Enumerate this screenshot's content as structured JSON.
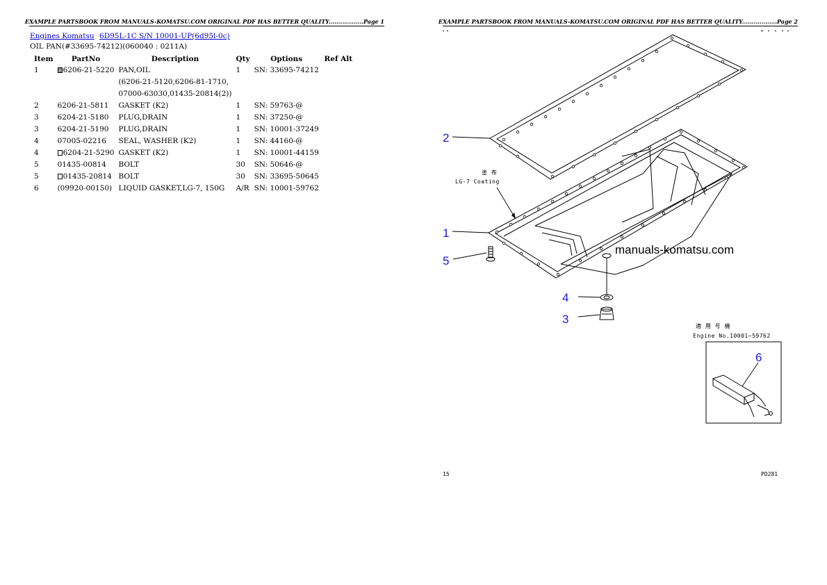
{
  "page1": {
    "header": "EXAMPLE PARTSBOOK FROM MANUALS-KOMATSU.COM ORIGINAL PDF HAS BETTER QUALITY..................Page 1",
    "breadcrumb": [
      "Engines Komatsu",
      "6D95L-1C S/N 10001-UP(6d95l-0c)"
    ],
    "subtitle": "OIL PAN(#33695-74212)(060040 : 0211A)",
    "columns": [
      "Item",
      "PartNo",
      "Description",
      "Qty",
      "Options",
      "Ref Alt"
    ],
    "rows": [
      {
        "item": "1",
        "part": "6206-21-5220",
        "mark": "filled",
        "desc": "PAN,OIL",
        "qty": "1",
        "opt": "SN: 33695-74212"
      },
      {
        "item": "",
        "part": "",
        "mark": "",
        "desc": "(6206-21-5120,6206-81-1710,",
        "qty": "",
        "opt": ""
      },
      {
        "item": "",
        "part": "",
        "mark": "",
        "desc": "07000-63030,01435-20814(2))",
        "qty": "",
        "opt": ""
      },
      {
        "item": "2",
        "part": "6206-21-5811",
        "mark": "",
        "desc": "GASKET (K2)",
        "qty": "1",
        "opt": "SN: 59763-@"
      },
      {
        "item": "3",
        "part": "6204-21-5180",
        "mark": "",
        "desc": "PLUG,DRAIN",
        "qty": "1",
        "opt": "SN: 37250-@"
      },
      {
        "item": "3",
        "part": "6204-21-5190",
        "mark": "",
        "desc": "PLUG,DRAIN",
        "qty": "1",
        "opt": "SN: 10001-37249"
      },
      {
        "item": "4",
        "part": "07005-02216",
        "mark": "",
        "desc": "SEAL, WASHER (K2)",
        "qty": "1",
        "opt": "SN: 44160-@"
      },
      {
        "item": "4",
        "part": "6204-21-5290",
        "mark": "empty",
        "desc": "GASKET (K2)",
        "qty": "1",
        "opt": "SN: 10001-44159"
      },
      {
        "item": "5",
        "part": "01435-00814",
        "mark": "",
        "desc": "BOLT",
        "qty": "30",
        "opt": "SN: 50646-@"
      },
      {
        "item": "5",
        "part": "01435-20814",
        "mark": "empty",
        "desc": "BOLT",
        "qty": "30",
        "opt": "SN: 33695-50645"
      },
      {
        "item": "6",
        "part": "(09920-00150)",
        "mark": "",
        "desc": "LIQUID GASKET,LG-7, 150G",
        "qty": "A/R",
        "opt": "SN: 10001-59762"
      }
    ]
  },
  "page2": {
    "header": "EXAMPLE PARTSBOOK FROM MANUALS-KOMATSU.COM ORIGINAL PDF HAS BETTER QUALITY..................Page 2",
    "callouts": [
      "1",
      "2",
      "3",
      "4",
      "5",
      "6"
    ],
    "coating_jp": "塗 布",
    "coating_en": "LG-7 Coating",
    "watermark": "manuals-komatsu.com",
    "applicable_jp": "適 用 号 機",
    "applicable_en": "Engine No.10001~59762",
    "footer_left": "15",
    "footer_right": "PD281"
  }
}
